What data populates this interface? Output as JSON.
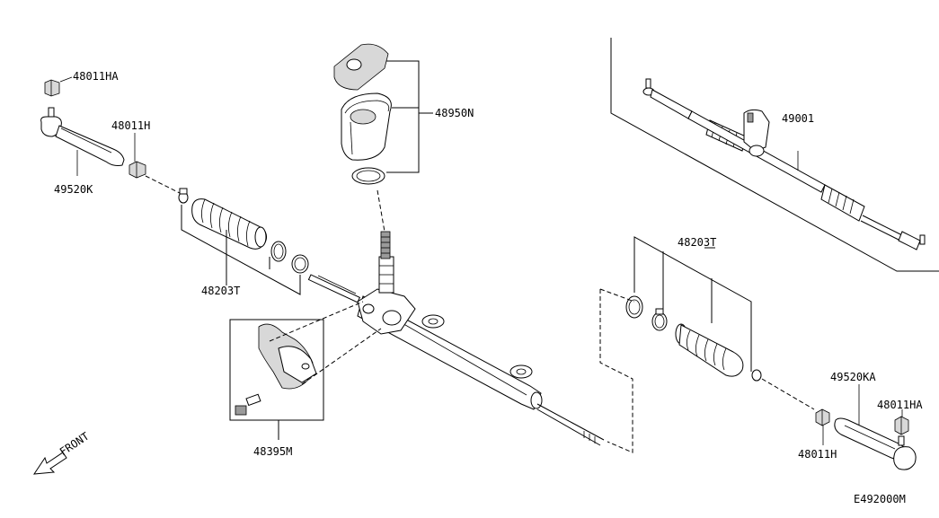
{
  "diagram_code": "E492000M",
  "front_label": "FRONT",
  "parts": {
    "p48011HA_left": "48011HA",
    "p48011H_left": "48011H",
    "p49520K": "49520K",
    "p48203T_left": "48203T",
    "p48950N": "48950N",
    "p48395M": "48395M",
    "p49001": "49001",
    "p48203T_right": "48203T",
    "p49520KA": "49520KA",
    "p48011HA_right": "48011HA",
    "p48011H_right": "48011H"
  }
}
